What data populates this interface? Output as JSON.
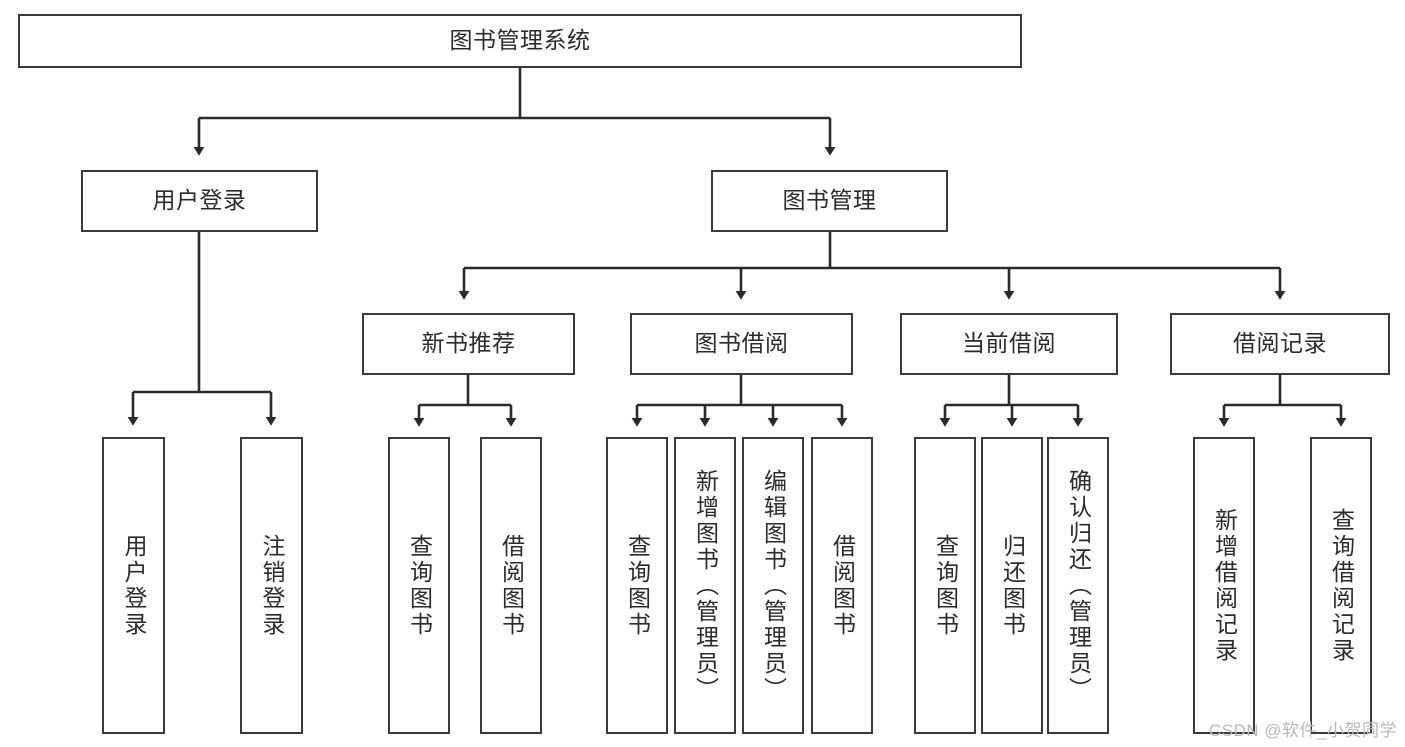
{
  "diagram": {
    "title": "图书管理系统",
    "type": "functional-structure-tree",
    "watermark": "CSDN @软件_小贺同学",
    "colors": {
      "box_border": "#3a3a3a",
      "connector": "#2b2b2b",
      "background": "#ffffff",
      "text": "#2b2b2b",
      "watermark": "#b9b9b9"
    },
    "root": {
      "id": "root",
      "label": "图书管理系统"
    },
    "level2": [
      {
        "id": "user-login",
        "label": "用户登录"
      },
      {
        "id": "book-management",
        "label": "图书管理"
      }
    ],
    "level3": [
      {
        "id": "new-book-recommend",
        "label": "新书推荐",
        "parent": "book-management"
      },
      {
        "id": "book-borrow",
        "label": "图书借阅",
        "parent": "book-management"
      },
      {
        "id": "current-borrow",
        "label": "当前借阅",
        "parent": "book-management"
      },
      {
        "id": "borrow-record",
        "label": "借阅记录",
        "parent": "book-management"
      }
    ],
    "leaves": {
      "user-login": [
        {
          "id": "leaf-user-login",
          "label": "用户登录"
        },
        {
          "id": "leaf-user-logout",
          "label": "注销登录"
        }
      ],
      "new-book-recommend": [
        {
          "id": "leaf-query-book-1",
          "label": "查询图书"
        },
        {
          "id": "leaf-borrow-book-1",
          "label": "借阅图书"
        }
      ],
      "book-borrow": [
        {
          "id": "leaf-query-book-2",
          "label": "查询图书"
        },
        {
          "id": "leaf-add-book",
          "label": "新增图书（管理员）"
        },
        {
          "id": "leaf-edit-book",
          "label": "编辑图书（管理员）"
        },
        {
          "id": "leaf-borrow-book-2",
          "label": "借阅图书"
        }
      ],
      "current-borrow": [
        {
          "id": "leaf-query-book-3",
          "label": "查询图书"
        },
        {
          "id": "leaf-return-book",
          "label": "归还图书"
        },
        {
          "id": "leaf-confirm-return",
          "label": "确认归还（管理员）"
        }
      ],
      "borrow-record": [
        {
          "id": "leaf-add-record",
          "label": "新增借阅记录"
        },
        {
          "id": "leaf-query-record",
          "label": "查询借阅记录"
        }
      ]
    }
  }
}
